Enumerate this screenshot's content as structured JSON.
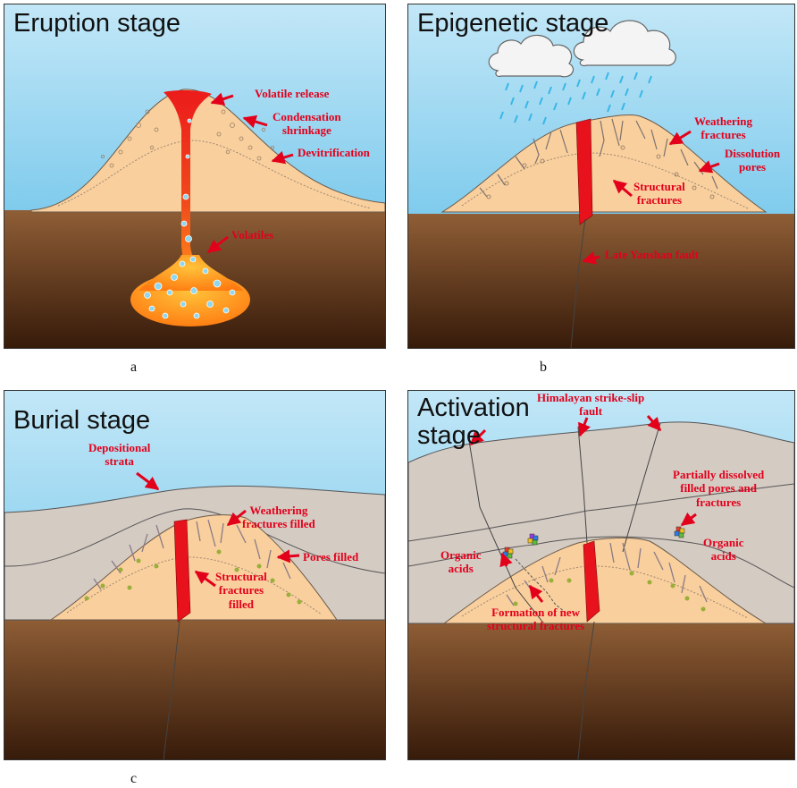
{
  "panels": {
    "a": {
      "title": "Eruption stage",
      "caption": "a",
      "labels": {
        "volatile_release": "Volatile release",
        "condensation": "Condensation\nshrinkage",
        "devitrification": "Devitrification",
        "volatiles": "Volatiles"
      }
    },
    "b": {
      "title": "Epigenetic stage",
      "caption": "b",
      "labels": {
        "weathering": "Weathering\nfractures",
        "dissolution": "Dissolution\npores",
        "structural": "Structural\nfractures",
        "fault": "Late Yanshan fault"
      }
    },
    "c": {
      "title": "Burial stage",
      "caption": "c",
      "labels": {
        "depositional": "Depositional\nstrata",
        "weathering_filled": "Weathering\nfractures filled",
        "pores_filled": "Pores filled",
        "structural_filled": "Structural\nfractures\nfilled"
      }
    },
    "d": {
      "title": "Activation\nstage",
      "labels": {
        "himalayan": "Himalayan strike-slip\nfault",
        "partially": "Partially dissolved\nfilled pores and\nfractures",
        "organic_left": "Organic\nacids",
        "organic_right": "Organic\nacids",
        "new_fractures": "Formation of new\nstructural fractures"
      }
    }
  },
  "colors": {
    "sky_top": "#b9e3f6",
    "sky_bottom": "#7fcbed",
    "volcano": "#f8cf9d",
    "ground_top": "#8a5a32",
    "ground_bottom": "#3a1e0c",
    "magma": "#e8121c",
    "strata": "#d4cbc3",
    "label_red": "#e3001b"
  }
}
